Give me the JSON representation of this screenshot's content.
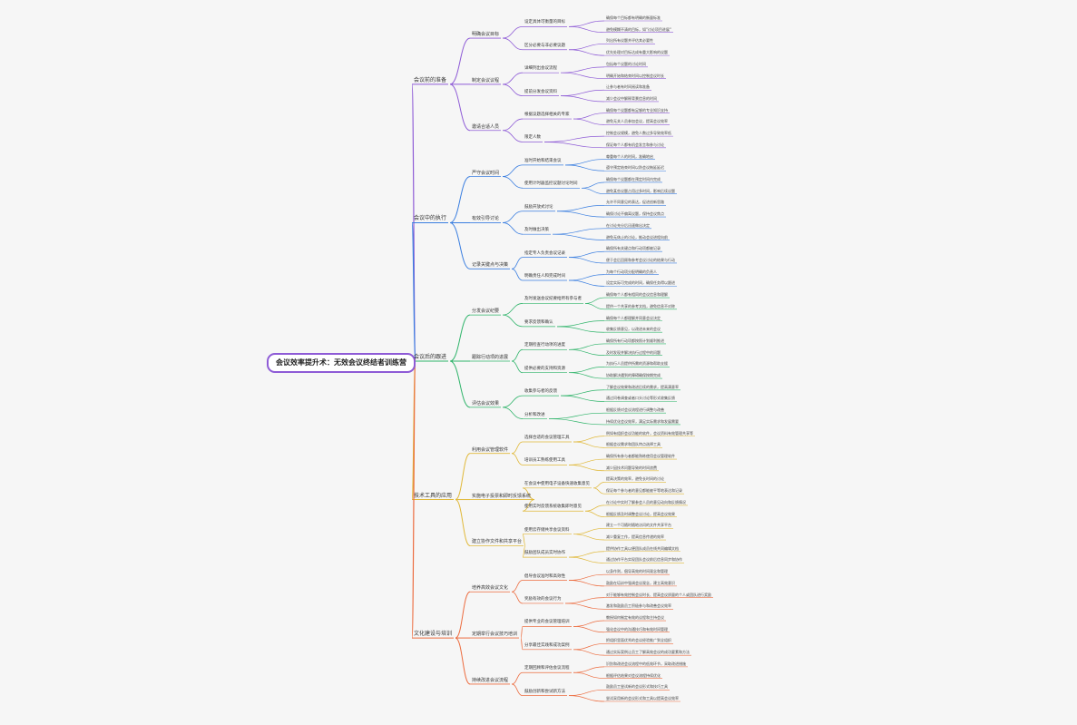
{
  "root": "会议效率提升术：无效会议终结者训练营",
  "branches": [
    {
      "color": "#8e5bd6",
      "label": "会议前的准备",
      "children": [
        {
          "label": "明确会议目标",
          "children": [
            {
              "label": "设定具体可衡量的目标",
              "children": [
                "确保每个目标都有明确的衡量标准",
                "避免模糊不清的目标，如\"讨论项目进展\""
              ]
            },
            {
              "label": "区分必要与非必要议题",
              "children": [
                "列出所有议题并评估其必要性",
                "优先处理对目标达成有重大影响的议题"
              ]
            }
          ]
        },
        {
          "label": "制定会议议程",
          "children": [
            {
              "label": "详细列出会议流程",
              "children": [
                "包括每个议题的讨论时间",
                "明确开始和结束时间以控制会议时长"
              ]
            },
            {
              "label": "提前分发会议资料",
              "children": [
                "让参与者有时间阅读和准备",
                "减少会议中解释背景信息的时间"
              ]
            }
          ]
        },
        {
          "label": "邀请合适人员",
          "children": [
            {
              "label": "根据议题选择相关的专家",
              "children": [
                "确保每个议题都有足够的专业知识支持",
                "避免无关人员参加会议，提高会议效率"
              ]
            },
            {
              "label": "限定人数",
              "children": [
                "控制会议规模，避免人数过多导致效率低",
                "保证每个人都有机会发言和参与讨论"
              ]
            }
          ]
        }
      ]
    },
    {
      "color": "#3a7ee0",
      "label": "会议中的执行",
      "children": [
        {
          "label": "严守会议时间",
          "children": [
            {
              "label": "准时开始和结束会议",
              "children": [
                "尊重每个人的时间，准确地启",
                "遵守预定结束时间以防会议拖延延迟"
              ]
            },
            {
              "label": "使用计时器监控议题讨论时间",
              "children": [
                "确保每个议题都在预定时间内完成",
                "避免某些议题占用过多时间，影响后续议题"
              ]
            }
          ]
        },
        {
          "label": "有效引导讨论",
          "children": [
            {
              "label": "鼓励开放式讨论",
              "children": [
                "允许不同意见的表达，促进创新思路",
                "确保讨论不偏离议题，保持会议焦点"
              ]
            },
            {
              "label": "及时做出决策",
              "children": [
                "在讨论充分后迅速做出决定",
                "避免无休止的讨论，推动会议进程向前"
              ]
            }
          ]
        },
        {
          "label": "记录关键点与决策",
          "children": [
            {
              "label": "指定专人负责会议记录",
              "children": [
                "确保所有关键点和行动项都被记录",
                "便于会后回顾和参考会议讨论的结果与行动"
              ]
            },
            {
              "label": "明确责任人和完成时间",
              "children": [
                "为每个行动项分配明确的负责人",
                "设定实际可完成的时间，确保任务得以跟进"
              ]
            }
          ]
        }
      ]
    },
    {
      "color": "#2fb46a",
      "label": "会议后的跟进",
      "children": [
        {
          "label": "分发会议纪要",
          "children": [
            {
              "label": "及时发送会议纪要给所有参与者",
              "children": [
                "确保每个人都有相同的会议信息和理解",
                "提供一个共享的参考文档，避免信息不对称"
              ]
            },
            {
              "label": "要求反馈和确认",
              "children": [
                "确保每个人都理解并同意会议决定",
                "收集反馈意见，以改进未来的会议"
              ]
            }
          ]
        },
        {
          "label": "跟踪行动项的进展",
          "children": [
            {
              "label": "定期检查行动项的进度",
              "children": [
                "确保所有行动项都按照计划顺利推进",
                "及时发现并解决执行过程中的问题"
              ]
            },
            {
              "label": "提供必要的支持和资源",
              "children": [
                "为执行人员提供所需的资源和帮助支援",
                "协助解决遇到的障碍确保按期完成"
              ]
            }
          ]
        },
        {
          "label": "评估会议效果",
          "children": [
            {
              "label": "收集参与者的反馈",
              "children": [
                "了解会议效果和改进后续的需求，提高满意率",
                "通过问卷调查或者口头讨论等形式收集反馈"
              ]
            },
            {
              "label": "分析和改进",
              "children": [
                "根据反馈对会议流程进行调整与改善",
                "持续优化会议效率，满足实际需求和发展需要"
              ]
            }
          ]
        }
      ]
    },
    {
      "color": "#e0b838",
      "label": "技术工具的应用",
      "children": [
        {
          "label": "利用会议管理软件",
          "children": [
            {
              "label": "选择合适的会议管理工具",
              "children": [
                "例如有组织会议功能的软件，会议资料有效管理共享等",
                "根据会议需求和团队特点选择工具"
              ]
            },
            {
              "label": "培训员工熟练使用工具",
              "children": [
                "确保所有参与者都能熟练使用会议管理软件",
                "减少因技术问题导致的时间浪费"
              ]
            }
          ]
        },
        {
          "label": "实施电子投票和即时反馈系统",
          "children": [
            {
              "label": "在会议中使用电子设备快速收集意见",
              "children": [
                "提高决策的效率，避免长时间的讨论",
                "保证每个参与者的意见都能被平等地表达和记录"
              ]
            },
            {
              "label": "使用实时反馈系统收集即时意见",
              "children": [
                "在讨论中实时了解参会人员的意见动向和反馈情况",
                "根据反馈及时调整会议讨论，提高会议效果"
              ]
            }
          ]
        },
        {
          "label": "建立协作文件和共享平台",
          "children": [
            {
              "label": "使用云存储共享会议资料",
              "children": [
                "建立一个可随时随地访问的文件共享平台",
                "减少重复工作，提高信息传递的效率"
              ]
            },
            {
              "label": "鼓励团队成员实时协作",
              "children": [
                "提供协作工具以便团队成员在线共同编辑文档",
                "通过协作平台实现团队会议前后信息同步和协作"
              ]
            }
          ]
        }
      ]
    },
    {
      "color": "#ec6b3e",
      "label": "文化建设与培训",
      "children": [
        {
          "label": "培养高效会议文化",
          "children": [
            {
              "label": "倡导会议准时和高效性",
              "children": [
                "以身作则，倡导高效的时间观念和管理",
                "鼓励在培训中强调会议观念，建立高效意识"
              ]
            },
            {
              "label": "奖励有效的会议行为",
              "children": [
                "对于能够有效控制会议时长、提高会议质量的个人或团队进行奖励",
                "激发和鼓励员工积极参与和改善会议效率"
              ]
            }
          ]
        },
        {
          "label": "定期举行会议技巧培训",
          "children": [
            {
              "label": "提供专业的会议管理培训",
              "children": [
                "教授如何制定有效的议程和主持会议",
                "强化会议中的沟通技巧和有效时间管理"
              ]
            },
            {
              "label": "分享最佳实践和成功案例",
              "children": [
                "把组织里面优秀的会议经验推广到全组织",
                "通过实际案例让员工了解高效会议的成功要素和方法"
              ]
            }
          ]
        },
        {
          "label": "持续改进会议流程",
          "children": [
            {
              "label": "定期回顾和评估会议流程",
              "children": [
                "识别和改进会议流程中的低效环节，采取改进措施",
                "根据评估结果对会议流程持续优化"
              ]
            },
            {
              "label": "鼓励创新和尝试新方法",
              "children": [
                "鼓励员工尝试新的会议形式和技巧工具",
                "尝试采用新的会议形式和工具以提高会议效率"
              ]
            }
          ]
        }
      ]
    }
  ]
}
